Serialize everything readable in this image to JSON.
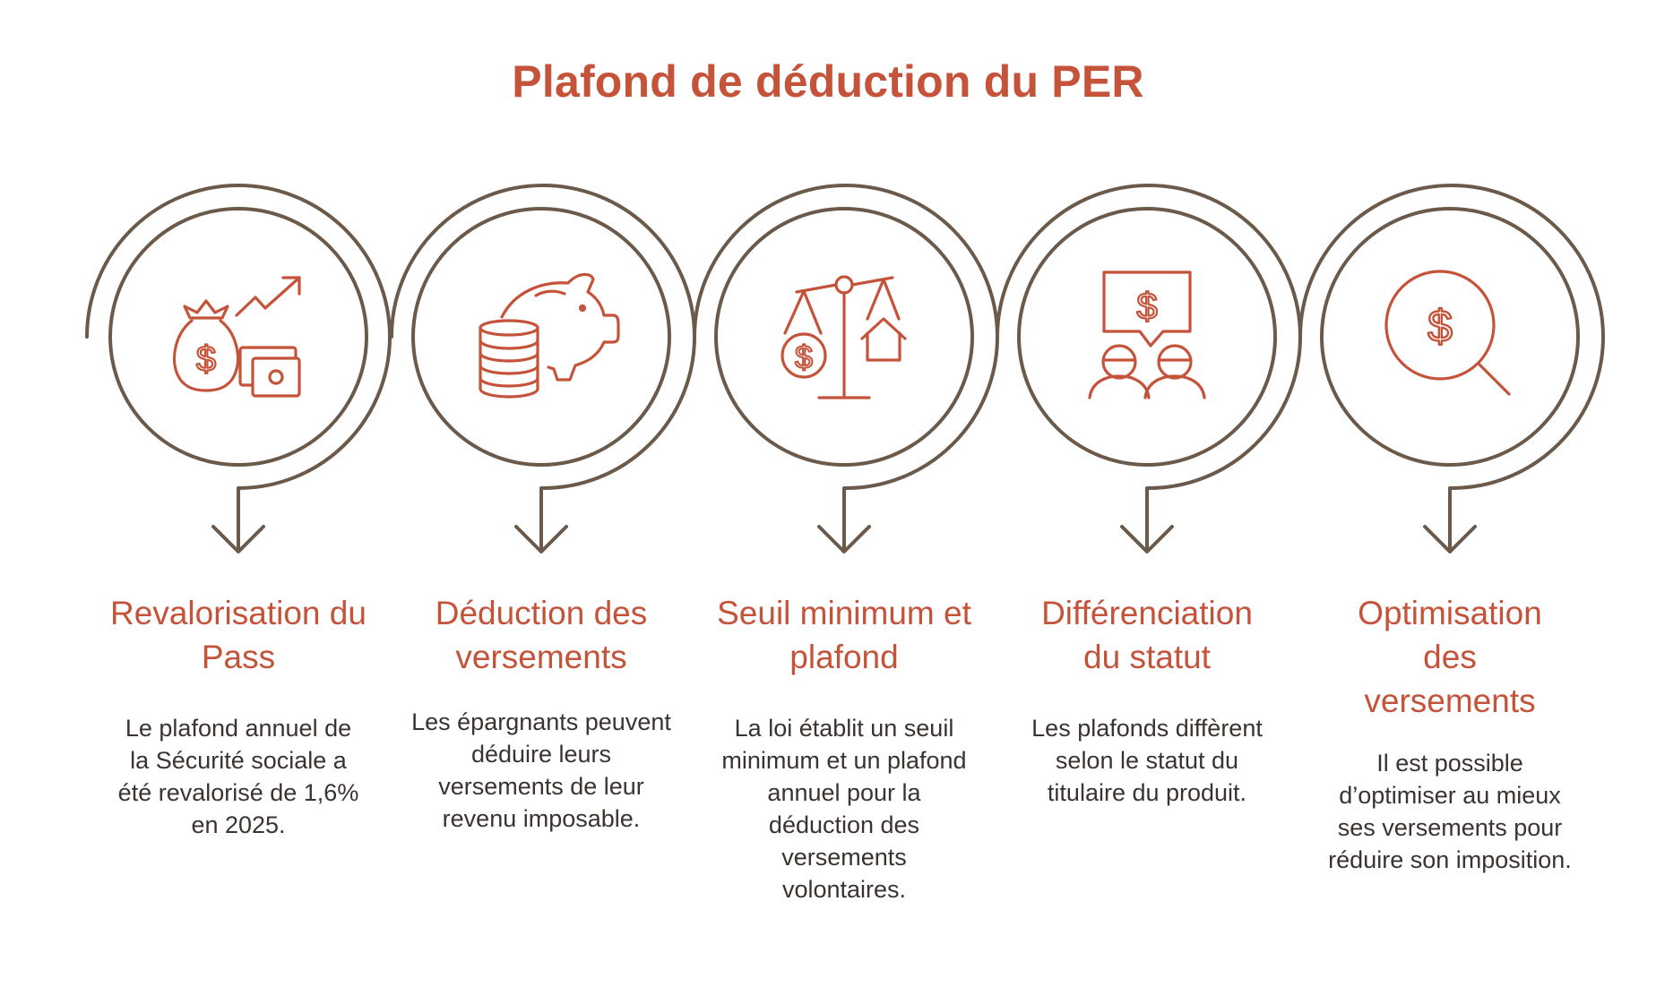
{
  "title": "Plafond de déduction du PER",
  "colors": {
    "accent": "#c4533a",
    "line": "#6b5a4a",
    "text": "#3b3330",
    "background": "#ffffff"
  },
  "steps": [
    {
      "icon": "money-bag-growth-icon",
      "heading": "Revalorisation du Pass",
      "description": "Le plafond annuel de la Sécurité sociale a été revalorisé de 1,6% en 2025."
    },
    {
      "icon": "piggy-bank-coins-icon",
      "heading": "Déduction des versements",
      "description": "Les épargnants peuvent déduire leurs versements de leur revenu imposable."
    },
    {
      "icon": "balance-scale-icon",
      "heading": "Seuil minimum et plafond",
      "description": "La loi établit un seuil minimum et un plafond annuel pour la déduction des versements volontaires."
    },
    {
      "icon": "people-discussion-icon",
      "heading": "Différenciation du statut",
      "description": "Les plafonds diffèrent selon le statut du titulaire du produit."
    },
    {
      "icon": "dollar-magnifier-icon",
      "heading": "Optimisation des versements",
      "description": "Il est possible d’optimiser au mieux ses versements pour réduire son imposition."
    }
  ]
}
